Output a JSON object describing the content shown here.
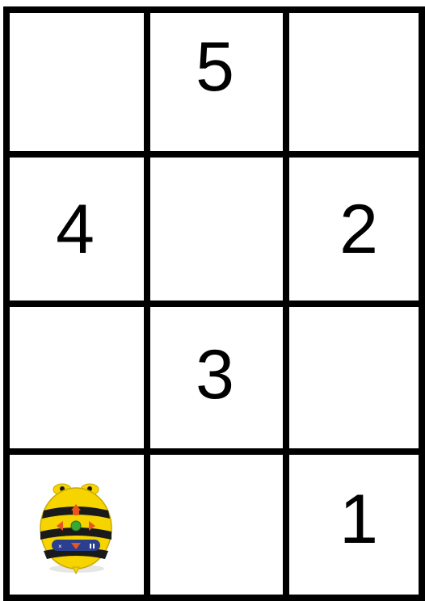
{
  "grid": {
    "rows": 4,
    "cols": 3,
    "cells": {
      "r1c1": "",
      "r1c2": "5",
      "r1c3": "",
      "r2c1": "4",
      "r2c2": "",
      "r2c3": "2",
      "r3c1": "",
      "r3c2": "3",
      "r3c3": "",
      "r4c1": "",
      "r4c2": "",
      "r4c3": "1"
    }
  },
  "robot": {
    "icon": "bee-bot-robot-icon",
    "row": 4,
    "col": 1,
    "colors": {
      "body": "#f5d400",
      "stripe": "#1a1a1a",
      "arrow_buttons": "#e8561f",
      "go_button": "#39a935",
      "panel": "#2b3f8f"
    }
  },
  "colors": {
    "grid_line": "#000000",
    "background": "#ffffff"
  }
}
